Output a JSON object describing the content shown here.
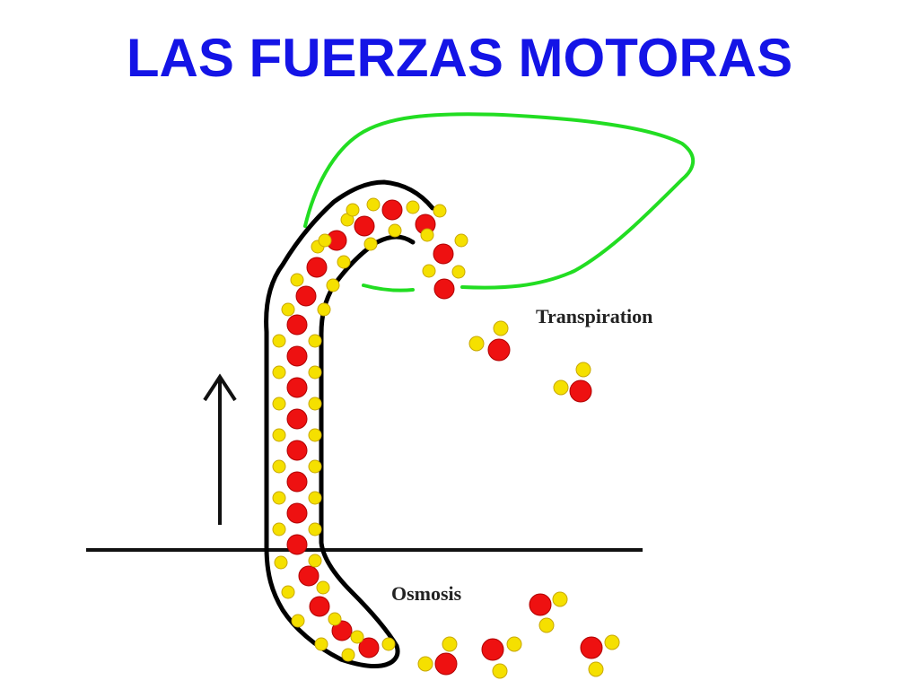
{
  "slide": {
    "title": "LAS FUERZAS MOTORAS"
  },
  "diagram": {
    "labels": {
      "transpiration": "Transpiration",
      "osmosis": "Osmosis"
    },
    "icons": {
      "arrow": "up-arrow-icon"
    },
    "colors": {
      "title": "#1414e6",
      "leaf_outline": "#22dd22",
      "vessel_outline": "#000000",
      "oxygen_atom": "#ee1111",
      "hydrogen_atom": "#f5e000",
      "atom_stroke": "#c8a800"
    }
  }
}
